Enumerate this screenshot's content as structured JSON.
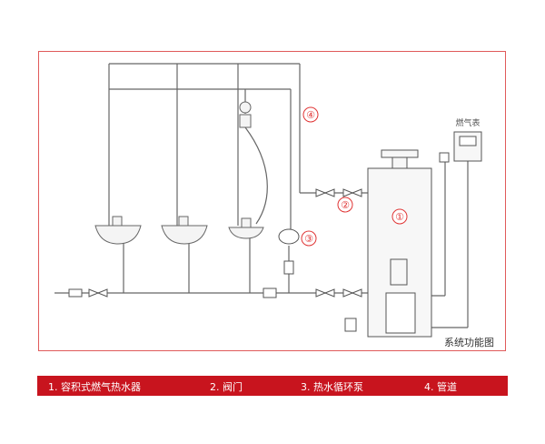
{
  "diagram": {
    "meter_label": "燃气表",
    "caption": "系统功能图",
    "markers": [
      "①",
      "②",
      "③",
      "④"
    ]
  },
  "legend": {
    "items": [
      "1. 容积式燃气热水器",
      "2. 阀门",
      "3. 热水循环泵",
      "4. 管道"
    ],
    "accent_color": "#c8141e"
  }
}
